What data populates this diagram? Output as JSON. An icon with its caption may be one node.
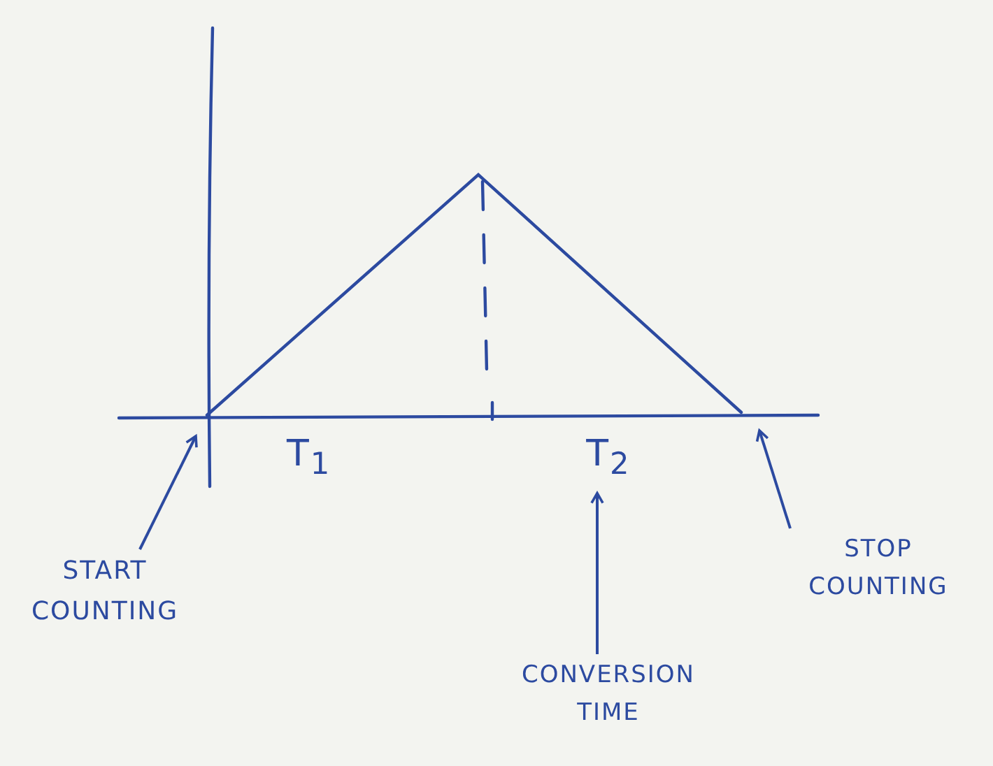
{
  "diagram": {
    "nodes": [
      {
        "text": [
          "T$_{2}$"
        ]
      },
      {
        "text": [
          "STOP COUNTING"
        ]
      },
      {
        "text": [
          "START COUNTING"
        ]
      },
      {
        "text": [
          "CONVERSION TIME"
        ]
      }
    ],
    "edges": [
      {
        "from": 2,
        "to": null,
        "arrow": "to"
      },
      {
        "from": 1,
        "to": null,
        "arrow": "to"
      },
      {
        "from": 3,
        "to": 0,
        "arrow": "to"
      }
    ],
    "labels": [
      "T$_{1}$"
    ]
  }
}
